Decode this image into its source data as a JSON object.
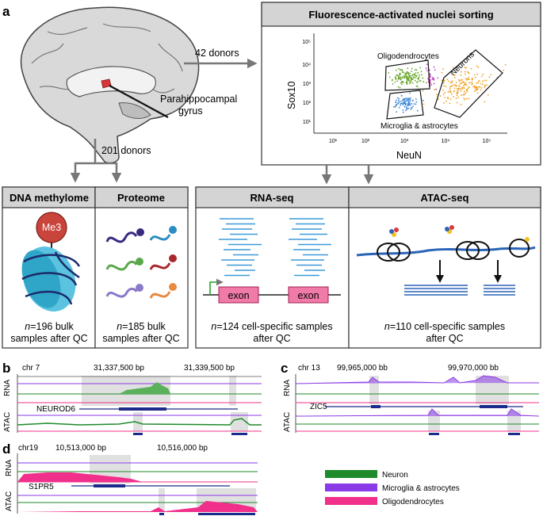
{
  "panel_a": {
    "letter": "a",
    "brain_label": "Parahippocampal\ngyrus",
    "brain_label_line1": "Parahippocampal",
    "brain_label_line2": "gyrus",
    "donors_42": "42 donors",
    "donors_201": "201 donors",
    "facs": {
      "title": "Fluorescence-activated nuclei sorting",
      "ylabel": "Sox10",
      "xlabel": "NeuN",
      "gate_oligo": "Oligodendrocytes",
      "gate_neurons": "Neurons",
      "gate_microglia": "Microglia & astrocytes",
      "x_ticks": [
        "10¹",
        "10²",
        "10³",
        "10⁴",
        "10⁵"
      ],
      "y_ticks": [
        "10⁵",
        "10⁴",
        "10³",
        "10²",
        "10¹"
      ],
      "colors": {
        "oligo": "#6aa82a",
        "neurons": "#f0a020",
        "microglia": "#3a86d8",
        "other": "#c040c0"
      }
    },
    "boxes": [
      {
        "title": "DNA methylome",
        "caption_n": "n",
        "caption_rest": "=196 bulk",
        "caption_line2": "samples after QC",
        "badge": "Me3"
      },
      {
        "title": "Proteome",
        "caption_n": "n",
        "caption_rest": "=185 bulk",
        "caption_line2": "samples after QC"
      },
      {
        "title": "RNA-seq",
        "caption_n": "n",
        "caption_rest": "=124 cell-specific samples",
        "caption_line2": "after QC",
        "exon1": "exon",
        "exon2": "exon"
      },
      {
        "title": "ATAC-seq",
        "caption_n": "n",
        "caption_rest": "=110 cell-specific samples",
        "caption_line2": "after QC"
      }
    ]
  },
  "panel_b": {
    "letter": "b",
    "chr": "chr 7",
    "pos1": "31,337,500 bp",
    "pos2": "31,339,500 bp",
    "gene": "NEUROD6",
    "rna": "RNA",
    "atac": "ATAC"
  },
  "panel_c": {
    "letter": "c",
    "chr": "chr 13",
    "pos1": "99,965,000 bb",
    "pos2": "99,970,000 bb",
    "gene": "ZIC5",
    "rna": "RNA",
    "atac": "ATAC"
  },
  "panel_d": {
    "letter": "d",
    "chr": "chr19",
    "pos1": "10,513,000 bp",
    "pos2": "10,516,000 bp",
    "gene": "S1PR5",
    "rna": "RNA",
    "atac": "ATAC"
  },
  "legend": [
    {
      "label": "Neuron",
      "color": "#1e8a2a"
    },
    {
      "label": "Microglia & astrocytes",
      "color": "#8a3ae6"
    },
    {
      "label": "Oligodendrocytes",
      "color": "#f0308a"
    }
  ]
}
